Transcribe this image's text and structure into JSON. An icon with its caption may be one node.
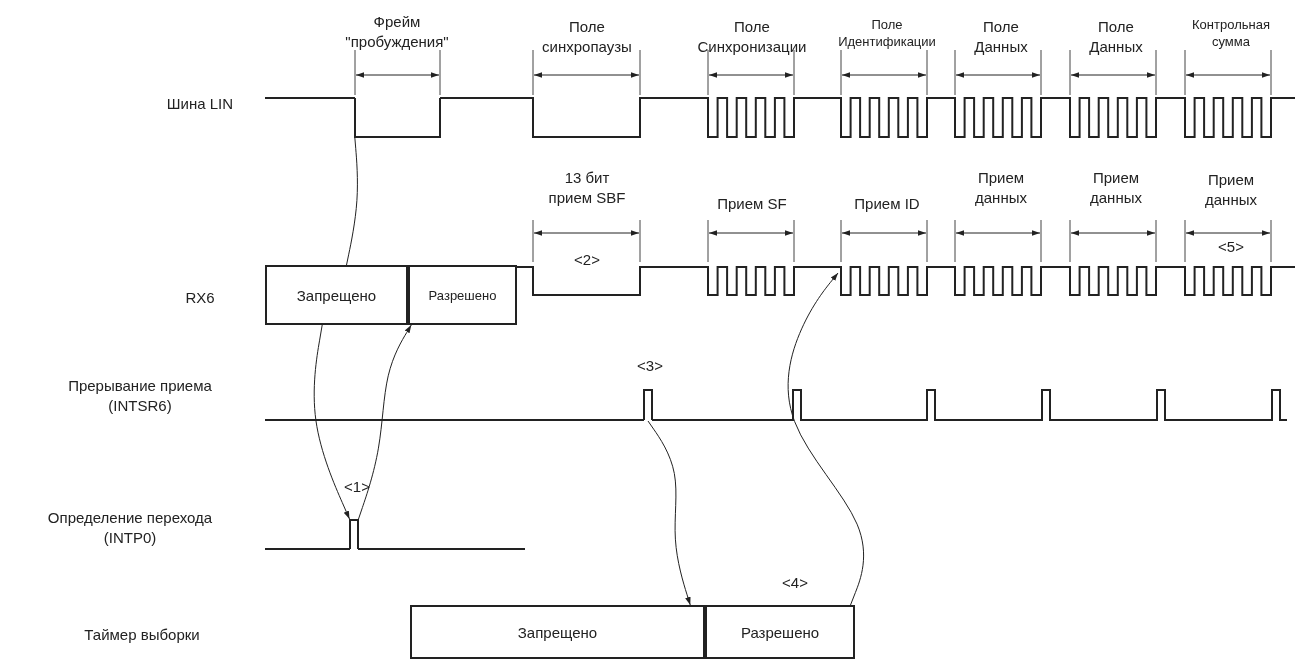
{
  "diagram": {
    "nodes": [
      {
        "text": [
          "Запрещено"
        ]
      },
      {
        "text": [
          "Разрешено"
        ]
      },
      {
        "text": [
          "Запрещено"
        ]
      },
      {
        "text": [
          "Разрешено"
        ],
        "beside": [
          "<4>"
        ]
      },
      {
        "text": [],
        "shape": "pulse"
      },
      {
        "text": [],
        "shape": "pulse",
        "beside": [
          "<1>"
        ]
      },
      {
        "text": [],
        "shape": "pulse",
        "beside": [
          "<3>"
        ]
      }
    ],
    "edges": [
      {
        "from": 4,
        "to": 0,
        "arrow": "none"
      },
      {
        "from": 0,
        "to": 5,
        "arrow": "to"
      },
      {
        "from": 5,
        "to": 1,
        "arrow": "to"
      },
      {
        "from": 6,
        "to": 2,
        "arrow": "to"
      },
      {
        "from": 3,
        "to": null,
        "arrow": "to"
      }
    ],
    "labels": [
      "Фрейм \"пробуждения\"",
      "Поле синхропаузы",
      "Поле Синхронизации",
      "Поле Идентификации",
      "Поле Данных",
      "Поле Данных",
      "Контрольная сумма",
      "Шина LIN",
      "13 бит прием SBF",
      "Прием SF",
      "Прием ID",
      "Прием данных",
      "Прием данных",
      "Прием данных",
      "<2>",
      "<5>",
      "RX6",
      "Прерывание приема (INTSR6)",
      "Определение перехода (INTP0)",
      "Таймер выборки"
    ]
  }
}
